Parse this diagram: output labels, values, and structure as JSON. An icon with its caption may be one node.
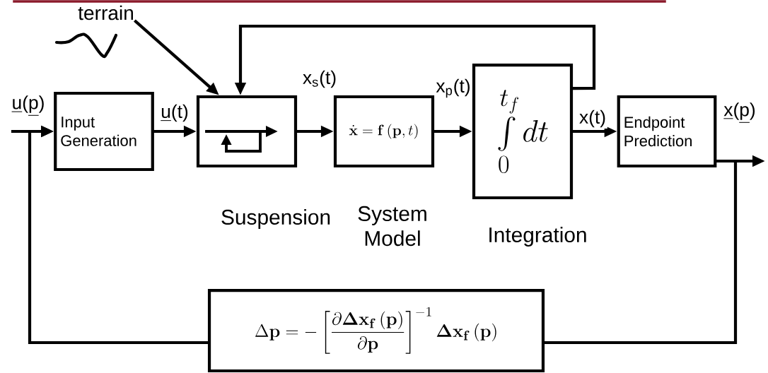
{
  "diagram": {
    "nodes": [
      {
        "text": [
          "Input Generation"
        ]
      },
      {
        "text": [],
        "shape": "box",
        "beside": [
          "Suspension"
        ]
      },
      {
        "text": [
          "\\dot{\\mathbf{x}}=\\mathbf{f}\\left(\\mathbf{p},t\\right)"
        ],
        "beside": [
          "System Model"
        ]
      },
      {
        "text": [
          "\\int\\limits_{0}^{t_f} dt"
        ],
        "beside": [
          "Integration"
        ]
      },
      {
        "text": [
          "Endpoint Prediction"
        ]
      },
      {
        "text": [
          "\\Delta\\mathbf{p}=-\\left[\\frac{\\partial\\mathbf{\\Delta x}_{\\mathbf{f}}\\left(\\mathbf{p}\\right)}{\\partial\\mathbf{p}}\\right]^{-1}\\mathbf{\\Delta x}_{\\mathbf{f}}\\left(\\mathbf{p}\\right)"
        ]
      },
      {
        "text": [
          "terrain"
        ]
      }
    ],
    "edges": [
      {
        "from": null,
        "to": 0,
        "arrow": "to",
        "label": "\\text{\\underline{u}(\\underline{p})}"
      },
      {
        "from": 0,
        "to": 1,
        "arrow": "to",
        "label": "\\text{\\underline{u}(t)}"
      },
      {
        "from": 6,
        "to": 1,
        "arrow": "to"
      },
      {
        "from": 1,
        "to": 2,
        "arrow": "to",
        "label": "\\text{x}_{\\text{s}}\\text{(t)}"
      },
      {
        "from": 2,
        "to": 3,
        "arrow": "to",
        "label": "\\text{x}_{\\text{p}}\\text{(t)}"
      },
      {
        "from": 3,
        "to": 4,
        "arrow": "to",
        "label": "\\text{x(t)}"
      },
      {
        "from": 3,
        "to": 1,
        "arrow": "to"
      },
      {
        "from": 4,
        "to": null,
        "arrow": "to",
        "label": "\\text{\\underline{x}(\\underline{p})}"
      },
      {
        "from": 4,
        "to": 5,
        "arrow": "none"
      },
      {
        "from": 5,
        "to": 0,
        "arrow": "to"
      }
    ]
  }
}
